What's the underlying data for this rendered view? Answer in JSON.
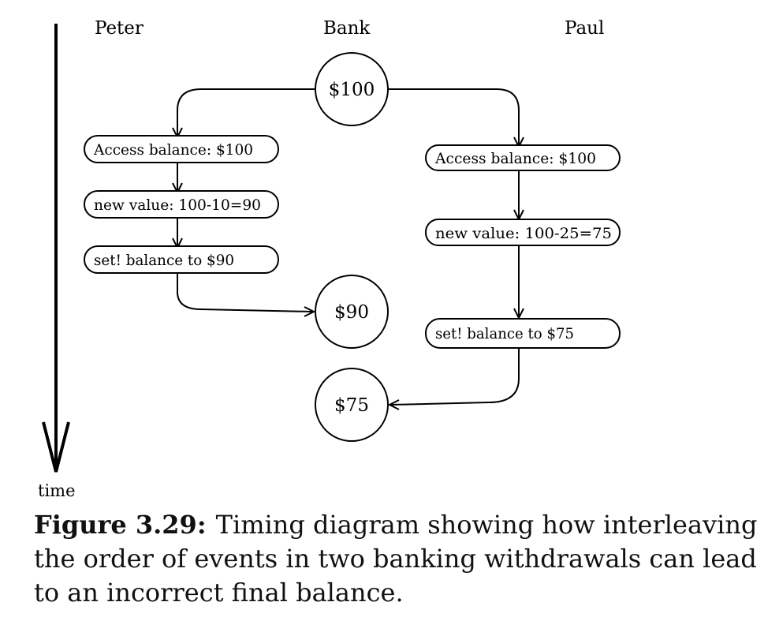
{
  "diagram": {
    "columns": {
      "peter": "Peter",
      "bank": "Bank",
      "paul": "Paul"
    },
    "time_label": "time",
    "bank_states": {
      "start": "$100",
      "after_peter": "$90",
      "after_paul": "$75"
    },
    "peter_steps": [
      "Access balance: $100",
      "new value: 100-10=90",
      "set! balance to $90"
    ],
    "paul_steps": [
      "Access balance: $100",
      "new value: 100-25=75",
      "set! balance to $75"
    ]
  },
  "caption": {
    "label": "Figure 3.29:",
    "text": "Timing diagram showing how interleaving the order of events in two banking withdrawals can lead to an incorrect final balance."
  }
}
